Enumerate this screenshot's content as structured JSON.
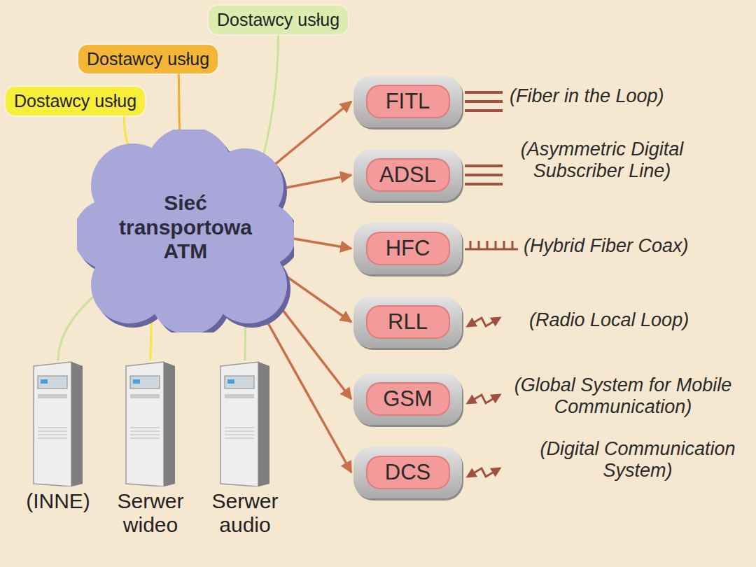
{
  "diagram": {
    "nodes": [
      {
        "text": [
          "Dostawcy usług"
        ]
      },
      {
        "text": [
          "Dostawcy usług"
        ]
      },
      {
        "text": [
          "Dostawcy usług"
        ]
      },
      {
        "text": [
          "Sieć transportowa ATM"
        ]
      },
      {
        "text": [
          "FITL"
        ]
      },
      {
        "text": [
          "ADSL"
        ]
      },
      {
        "text": [
          "HFC"
        ]
      },
      {
        "text": [
          "RLL"
        ]
      },
      {
        "text": [
          "GSM"
        ]
      },
      {
        "text": [
          "DCS"
        ]
      },
      {
        "text": [
          "(INNE)"
        ]
      },
      {
        "text": [
          "Serwer wideo"
        ]
      },
      {
        "text": [
          "Serwer audio"
        ]
      }
    ],
    "edges": [
      {
        "from": 0,
        "to": 3,
        "arrow": "none"
      },
      {
        "from": 1,
        "to": 3,
        "arrow": "none"
      },
      {
        "from": 2,
        "to": 3,
        "arrow": "none"
      },
      {
        "from": 10,
        "to": 3,
        "arrow": "none"
      },
      {
        "from": 11,
        "to": 3,
        "arrow": "none"
      },
      {
        "from": 12,
        "to": 3,
        "arrow": "none"
      },
      {
        "from": 3,
        "to": 4,
        "arrow": "to"
      },
      {
        "from": 3,
        "to": 5,
        "arrow": "to"
      },
      {
        "from": 3,
        "to": 6,
        "arrow": "to"
      },
      {
        "from": 3,
        "to": 7,
        "arrow": "to"
      },
      {
        "from": 3,
        "to": 8,
        "arrow": "to"
      },
      {
        "from": 3,
        "to": 9,
        "arrow": "to"
      }
    ],
    "labels": [
      "(Fiber in the Loop)",
      "(Asymmetric Digital Subscriber Line)",
      "(Hybrid Fiber Coax)",
      "(Radio Local Loop)",
      "(Global System for Mobile Communication)",
      "(Digital Communication System)"
    ]
  }
}
